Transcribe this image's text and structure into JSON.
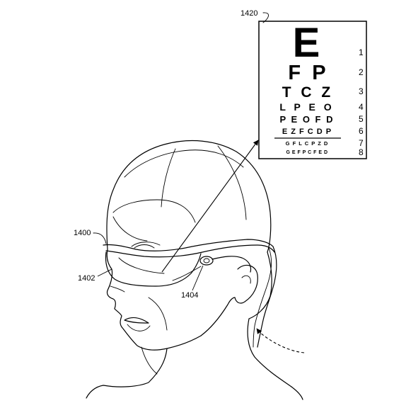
{
  "labels": {
    "glasses": "1400",
    "lens": "1402",
    "connector": "1404",
    "eye_chart": "1420"
  },
  "eye_chart": {
    "rows": [
      {
        "letters": "E",
        "number": "1"
      },
      {
        "letters": "F  P",
        "number": "2"
      },
      {
        "letters": "T C Z",
        "number": "3"
      },
      {
        "letters": "L P E O",
        "number": "4"
      },
      {
        "letters": "P E O F D",
        "number": "5"
      },
      {
        "letters": "E Z F C D P",
        "number": "6"
      },
      {
        "letters": "G F L C P Z D",
        "number": "7"
      },
      {
        "letters": "G E F P C F E D",
        "number": "8"
      }
    ]
  }
}
